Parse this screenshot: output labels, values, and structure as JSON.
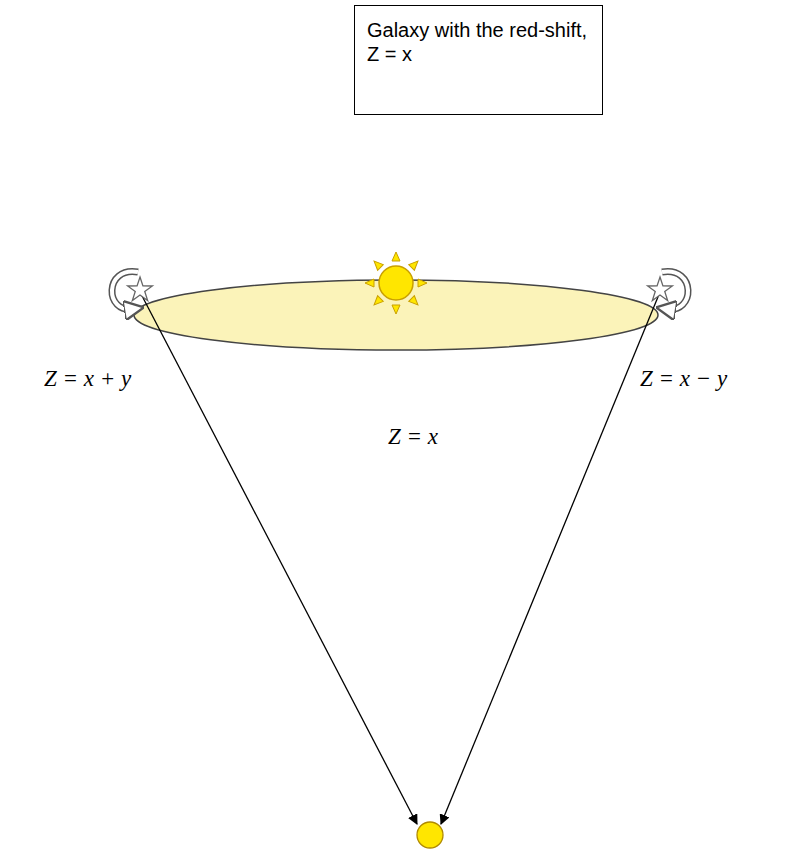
{
  "diagram": {
    "nodes": [
      {
        "text": [
          "Galaxy with the red-shift,",
          "Z = x"
        ]
      }
    ],
    "labels": [
      "Z = x + y",
      "Z = x − y",
      "Z = x"
    ]
  }
}
